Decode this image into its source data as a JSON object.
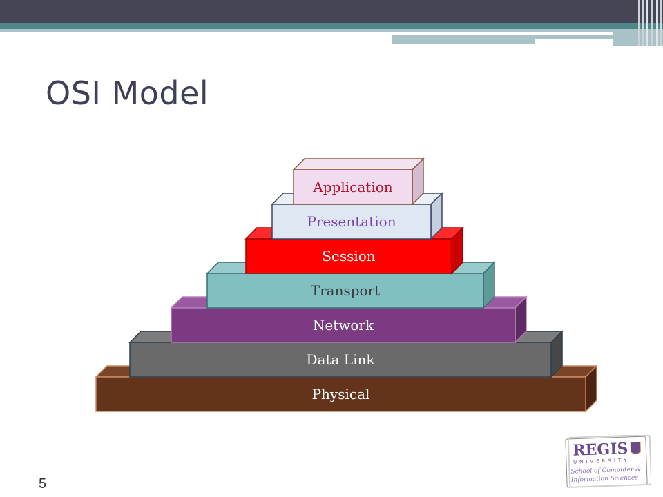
{
  "slide": {
    "title": "OSI Model",
    "number": "5"
  },
  "diagram": {
    "type": "stacked-pyramid",
    "layers": [
      {
        "name": "Application",
        "front": "#f0dcee",
        "top": "#f3e3f1",
        "side": "#d5bcd3",
        "border": "#8c5b3a",
        "text_color": "#b3122a"
      },
      {
        "name": "Presentation",
        "front": "#dfe8f2",
        "top": "#eaf0f6",
        "side": "#c4d0de",
        "border": "#3d4563",
        "text_color": "#7a40b0"
      },
      {
        "name": "Session",
        "front": "#ff0000",
        "top": "#ff2a2a",
        "side": "#cc0000",
        "border": "#a10000",
        "text_color": "#ffffff"
      },
      {
        "name": "Transport",
        "front": "#82bfc0",
        "top": "#97cbcc",
        "side": "#5f9a9b",
        "border": "#3b6d70",
        "text_color": "#3a3a3a"
      },
      {
        "name": "Network",
        "front": "#7b3a82",
        "top": "#9a5aa0",
        "side": "#5e2a64",
        "border": "#b57fbb",
        "text_color": "#ffffff"
      },
      {
        "name": "Data Link",
        "front": "#6a6a6a",
        "top": "#7c7c7c",
        "side": "#474747",
        "border": "#2f3d4a",
        "text_color": "#ffffff"
      },
      {
        "name": "Physical",
        "front": "#63341b",
        "top": "#7a4526",
        "side": "#4b2512",
        "border": "#c78a61",
        "text_color": "#ffffff"
      }
    ]
  },
  "logo": {
    "text_main": "REGIS",
    "text_university": "UNIVERSITY",
    "text_line1": "School of Computer &",
    "text_line2": "Information Sciences",
    "colors": {
      "purple": "#6b4a8c",
      "light_purple": "#b9a2cf",
      "gold": "#c9a44a"
    }
  },
  "theme": {
    "band_dark": "#454556",
    "band_teal": "#4e868a",
    "band_light": "#a8c2c7",
    "title_color": "#3f3f58"
  }
}
